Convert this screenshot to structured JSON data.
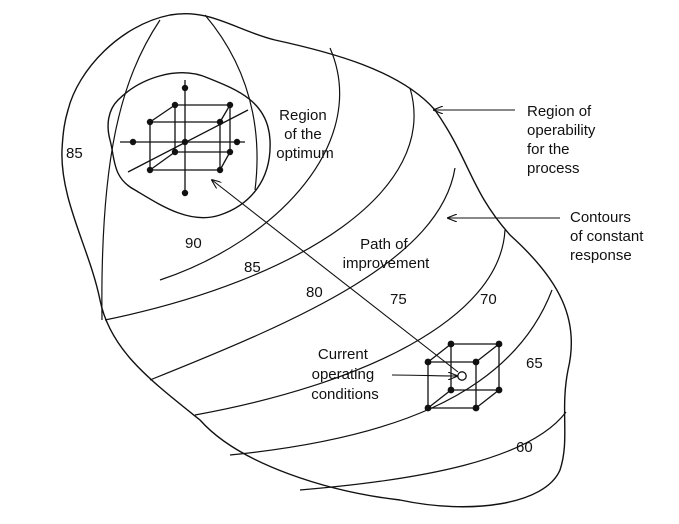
{
  "diagram": {
    "labels": {
      "region_operability": [
        "Region of",
        "operability",
        "for the",
        "process"
      ],
      "contours_constant": [
        "Contours",
        "of constant",
        "response"
      ],
      "region_optimum": [
        "Region",
        "of the",
        "optimum"
      ],
      "path_improvement": [
        "Path of",
        "improvement"
      ],
      "current_conditions": [
        "Current",
        "operating",
        "conditions"
      ]
    },
    "contour_values": [
      "85",
      "90",
      "85",
      "80",
      "75",
      "70",
      "65",
      "60"
    ],
    "colors": {
      "line": "#111111",
      "background": "#ffffff"
    }
  }
}
